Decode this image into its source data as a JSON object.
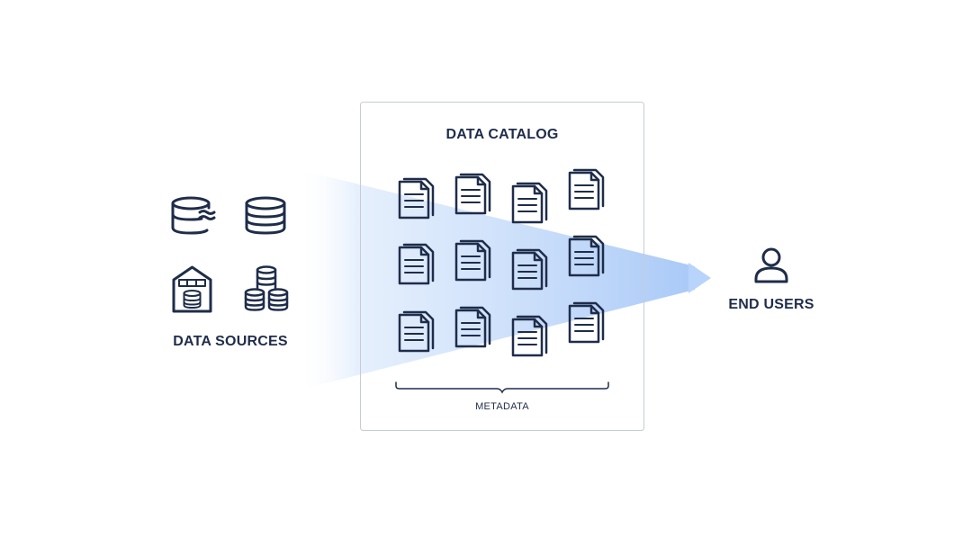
{
  "sources": {
    "title": "DATA SOURCES",
    "icons": [
      "database-stream-icon",
      "database-icon",
      "data-warehouse-icon",
      "distributed-databases-icon"
    ]
  },
  "catalog": {
    "title": "DATA CATALOG",
    "document_icon": "document-icon",
    "document_count": 12,
    "metadata_label": "METADATA"
  },
  "users": {
    "title": "END USERS",
    "icon": "user-icon"
  },
  "colors": {
    "ink": "#1f2d4a",
    "flow": "#a9c9f7",
    "arrow": "#b8d4fb",
    "frame": "#c5ccd8"
  }
}
